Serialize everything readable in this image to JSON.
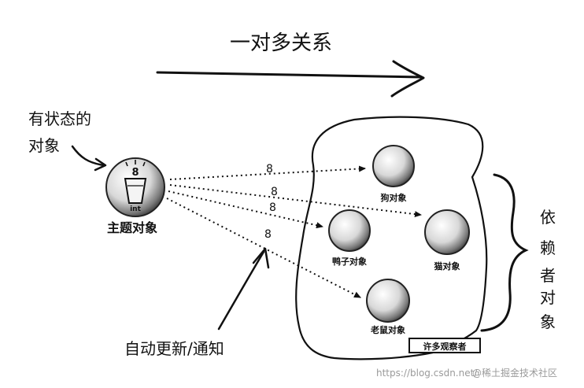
{
  "title": "一对多关系",
  "stateful_object_label_line1": "有状态的",
  "stateful_object_label_line2": "对象",
  "subject": {
    "label": "主题对象",
    "value": "8",
    "type_label": "int"
  },
  "observers": [
    {
      "label": "狗对象"
    },
    {
      "label": "猫对象"
    },
    {
      "label": "鸭子对象"
    },
    {
      "label": "老鼠对象"
    }
  ],
  "arrow_values": [
    "8",
    "8",
    "8",
    "8"
  ],
  "many_observers_label": "许多观察者",
  "dependents_label": [
    "依",
    "赖",
    "者",
    "对",
    "象"
  ],
  "auto_update_label": "自动更新/通知",
  "watermark": {
    "url": "https://blog.csdn.net/",
    "site": "@稀土掘金技术社区"
  }
}
